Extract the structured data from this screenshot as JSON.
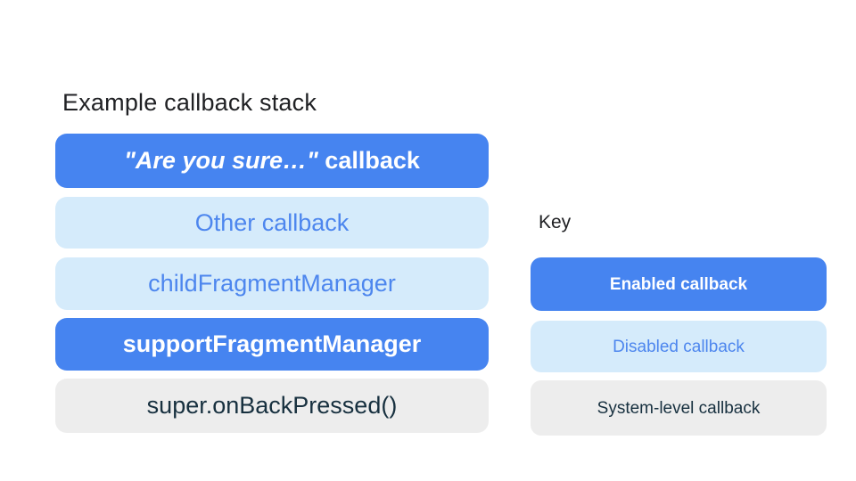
{
  "stack": {
    "title": "Example callback stack",
    "boxes": [
      {
        "label_italic": "\"Are you sure…\"",
        "label_rest": " callback",
        "type": "enabled"
      },
      {
        "label": "Other callback",
        "type": "disabled"
      },
      {
        "label": "childFragmentManager",
        "type": "disabled"
      },
      {
        "label": "supportFragmentManager",
        "type": "enabled"
      },
      {
        "label": "super.onBackPressed()",
        "type": "system"
      }
    ]
  },
  "key": {
    "title": "Key",
    "items": [
      {
        "label": "Enabled callback",
        "type": "enabled"
      },
      {
        "label": "Disabled callback",
        "type": "disabled"
      },
      {
        "label": "System-level callback",
        "type": "system"
      }
    ]
  },
  "colors": {
    "enabled_bg": "#4684F0",
    "enabled_text": "#FFFFFF",
    "disabled_bg": "#D5EBFB",
    "disabled_text": "#4D86EE",
    "system_bg": "#EDEDED",
    "system_text": "#17303F",
    "title_text": "#202124"
  }
}
